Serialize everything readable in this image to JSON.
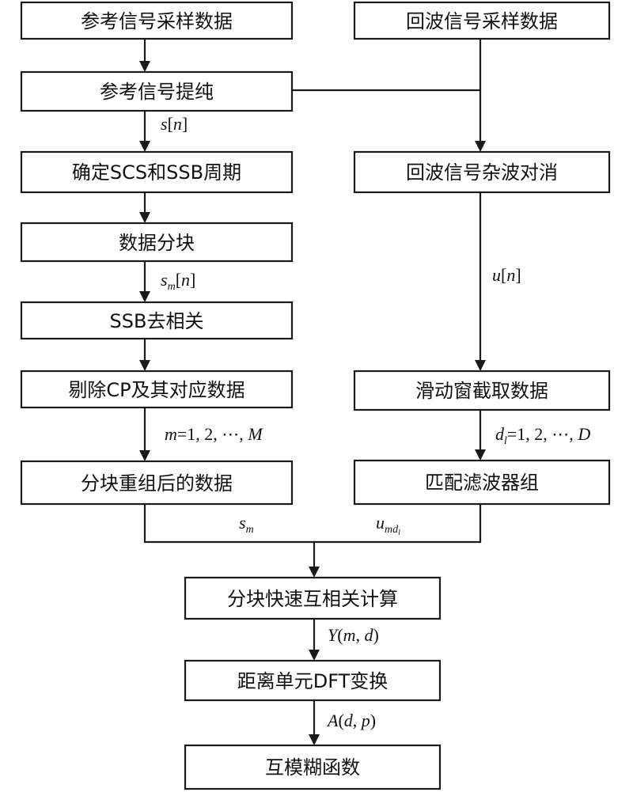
{
  "boxes": {
    "ref_sampling": "参考信号采样数据",
    "echo_sampling": "回波信号采样数据",
    "ref_purify": "参考信号提纯",
    "scs_ssb_period": "确定SCS和SSB周期",
    "echo_clutter_cancel": "回波信号杂波对消",
    "data_block": "数据分块",
    "ssb_decorrelate": "SSB去相关",
    "remove_cp": "剔除CP及其对应数据",
    "sliding_window": "滑动窗截取数据",
    "block_recombined": "分块重组后的数据",
    "matched_filter_bank": "匹配滤波器组",
    "fast_xcorr": "分块快速互相关计算",
    "range_dft": "距离单元DFT变换",
    "cross_ambiguity": "互模糊函数"
  },
  "labels": {
    "s_n": {
      "base": "s",
      "open": "[",
      "var": "n",
      "close": "]"
    },
    "u_n": {
      "base": "u",
      "open": "[",
      "var": "n",
      "close": "]"
    },
    "sm_n": {
      "base": "s",
      "sub": "m",
      "open": "[",
      "var": "n",
      "close": "]"
    },
    "m_range": {
      "var": "m",
      "rest": "=1, 2, ⋯, ",
      "end": "M"
    },
    "dl_range": {
      "var": "d",
      "sub": "l",
      "rest": "=1, 2, ⋯, ",
      "end": "D"
    },
    "s_m": {
      "base": "s",
      "sub": "m"
    },
    "u_mdl": {
      "base": "u",
      "sub": "md",
      "subsub": "l"
    },
    "y_md": {
      "fn": "Y",
      "open": "(",
      "a": "m",
      "sep": ", ",
      "b": "d",
      "close": ")"
    },
    "a_dp": {
      "fn": "A",
      "open": "(",
      "a": "d",
      "sep": ", ",
      "b": "p",
      "close": ")"
    }
  }
}
